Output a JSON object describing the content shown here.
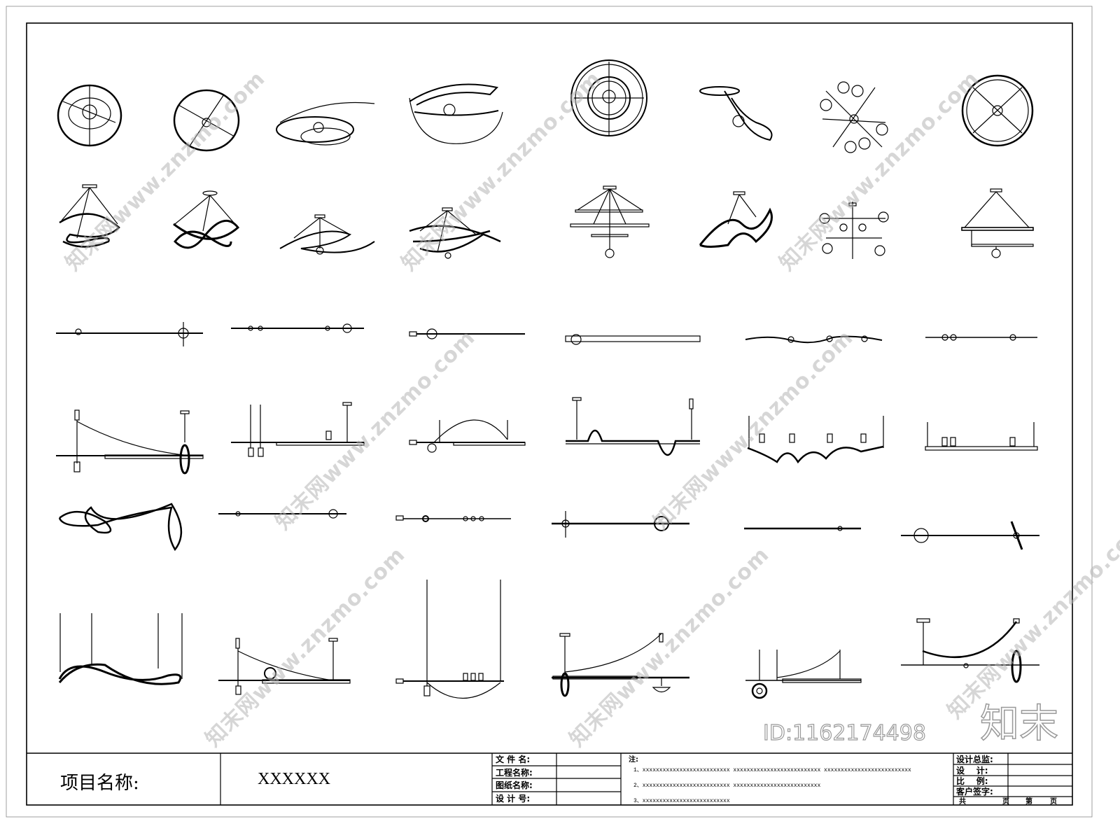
{
  "title_block": {
    "project_label": "项目名称:",
    "project_value": "XXXXXX",
    "fields": [
      "文 件 名:",
      "工程名称:",
      "图纸名称:",
      "设 计 号:"
    ],
    "notes_label": "注:",
    "notes": [
      "1、xxxxxxxxxxxxxxxxxxxxxxxxxx    xxxxxxxxxxxxxxxxxxxxxxxxxx    xxxxxxxxxxxxxxxxxxxxxxxxxx",
      "2、xxxxxxxxxxxxxxxxxxxxxxxxxx    xxxxxxxxxxxxxxxxxxxxxxxxxx",
      "3、xxxxxxxxxxxxxxxxxxxxxxxxxx"
    ],
    "right_fields": [
      "设计总监:",
      "设    计:",
      "比    例:",
      "客户签字:"
    ],
    "sheet_total_label": "共",
    "sheet_unit": "页",
    "sheet_no_label": "第"
  },
  "watermark": {
    "text": "知末网www.znzmo.com",
    "logo": "知末",
    "id": "ID:1162174498"
  }
}
